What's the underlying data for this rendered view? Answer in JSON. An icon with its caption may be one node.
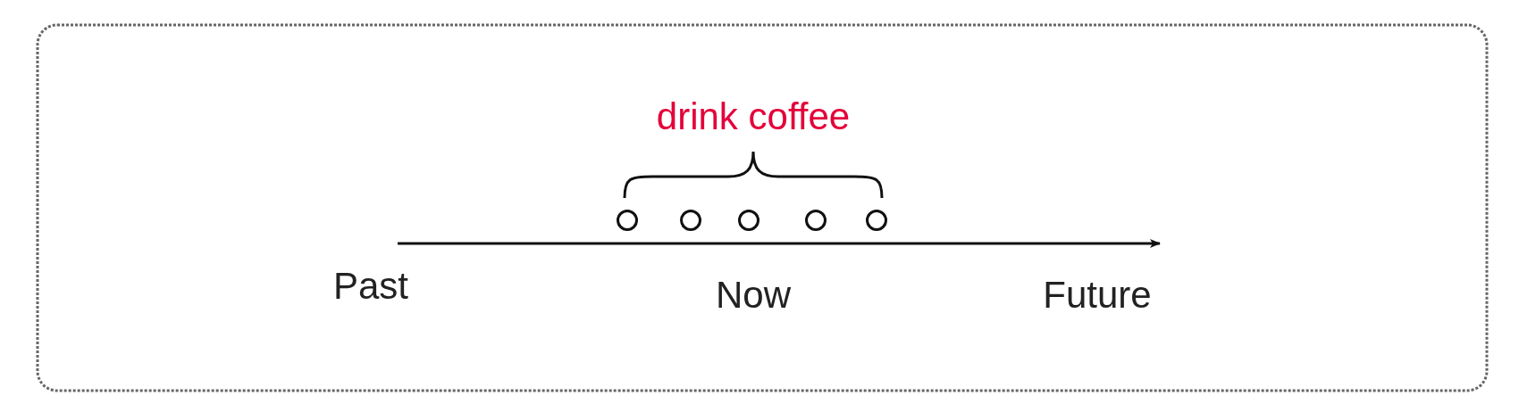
{
  "diagram": {
    "nodes": [
      {
        "text": [],
        "shape": "circle"
      },
      {
        "text": [],
        "shape": "circle"
      },
      {
        "text": [],
        "shape": "circle"
      },
      {
        "text": [],
        "shape": "circle"
      },
      {
        "text": [],
        "shape": "circle"
      }
    ],
    "edges": [],
    "labels": [
      "drink coffee",
      "Past",
      "Now",
      "Future"
    ]
  }
}
